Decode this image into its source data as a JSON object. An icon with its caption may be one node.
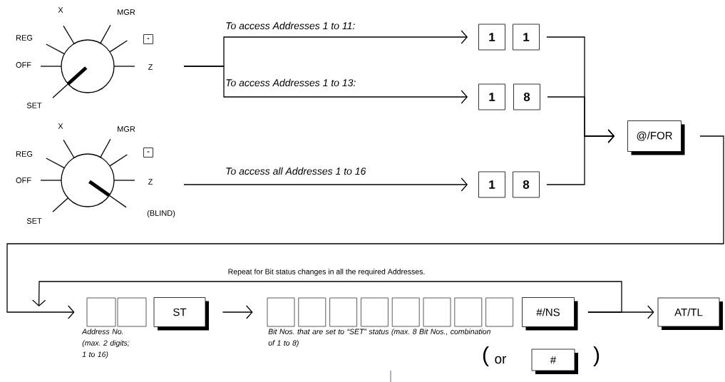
{
  "diagram": {
    "nodes": [
      {
        "text": [
          "-"
        ]
      },
      {
        "text": [
          "-"
        ]
      },
      {
        "text": [
          "1"
        ]
      },
      {
        "text": [
          "1"
        ]
      },
      {
        "text": [
          "1"
        ]
      },
      {
        "text": [
          "8"
        ]
      },
      {
        "text": [
          "1"
        ]
      },
      {
        "text": [
          "8"
        ]
      },
      {
        "text": [
          "@/FOR"
        ]
      },
      {
        "text": [],
        "shape": "box"
      },
      {
        "text": [],
        "shape": "box"
      },
      {
        "text": [
          "ST"
        ]
      },
      {
        "text": [],
        "shape": "box"
      },
      {
        "text": [],
        "shape": "box"
      },
      {
        "text": [],
        "shape": "box"
      },
      {
        "text": [],
        "shape": "box"
      },
      {
        "text": [],
        "shape": "box"
      },
      {
        "text": [],
        "shape": "box"
      },
      {
        "text": [],
        "shape": "box"
      },
      {
        "text": [],
        "shape": "box"
      },
      {
        "text": [
          "#/NS"
        ]
      },
      {
        "text": [
          "AT/TL"
        ]
      },
      {
        "text": [
          "#"
        ]
      }
    ],
    "edges": [
      {
        "from": null,
        "to": 2,
        "arrow": "to",
        "label": "To access Addresses 1 to 11:"
      },
      {
        "from": null,
        "to": 4,
        "arrow": "to",
        "label": "To access Addresses 1 to 13:"
      },
      {
        "from": null,
        "to": 6,
        "arrow": "to",
        "label": "To access all Addresses 1 to 16"
      },
      {
        "from": 3,
        "to": 8,
        "arrow": "to"
      },
      {
        "from": 5,
        "to": 8,
        "arrow": "to"
      },
      {
        "from": 7,
        "to": 8,
        "arrow": "to"
      },
      {
        "from": 8,
        "to": 9,
        "arrow": "to"
      },
      {
        "from": 11,
        "to": 12,
        "arrow": "to"
      },
      {
        "from": 20,
        "to": 21,
        "arrow": "to"
      },
      {
        "from": 20,
        "to": 9,
        "arrow": "to",
        "label": "Repeat for Bit status changes in all the required Addresses."
      }
    ],
    "labels": [
      "X",
      "MGR",
      "REG",
      "OFF",
      "Z",
      "SET",
      "X",
      "MGR",
      "REG",
      "OFF",
      "Z",
      "(BLIND)",
      "SET",
      "Address No. (max. 2 digits; 1 to 16)",
      "Bit Nos. that are set to “SET” status (max. 8 Bit Nos., combination of 1 to 8)",
      "(",
      "or",
      ")"
    ]
  }
}
